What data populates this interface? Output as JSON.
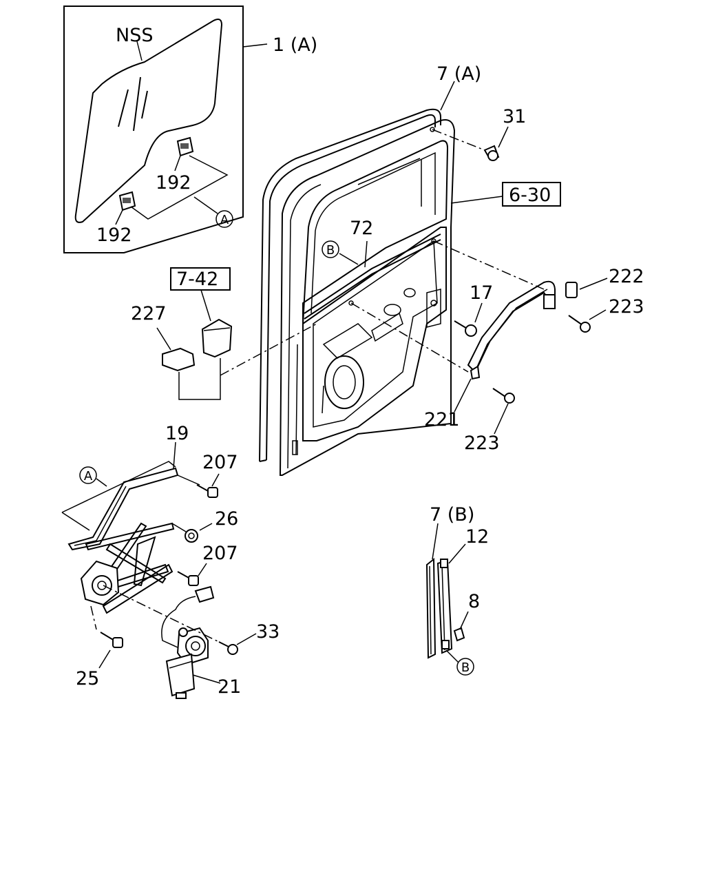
{
  "labels": {
    "nss": "NSS",
    "l1a": "1 (A)",
    "l192a": "192",
    "l192b": "192",
    "circA_top": "A",
    "l7a": "7 (A)",
    "l31": "31",
    "ref630": "6-30",
    "l72": "72",
    "circB_top": "B",
    "ref742": "7-42",
    "l227": "227",
    "l17": "17",
    "l222": "222",
    "l223a": "223",
    "l221": "221",
    "l223b": "223",
    "l19": "19",
    "circA_bot": "A",
    "l207a": "207",
    "l26": "26",
    "l207b": "207",
    "l33": "33",
    "l25": "25",
    "l21": "21",
    "l7b": "7 (B)",
    "l12": "12",
    "l8": "8",
    "circB_bot": "B"
  }
}
